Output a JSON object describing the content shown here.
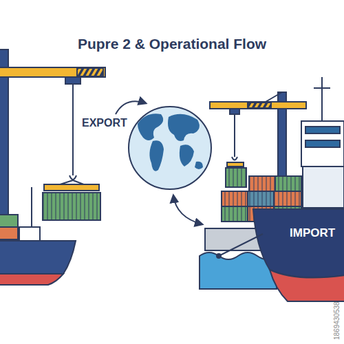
{
  "diagram": {
    "title": "Pupre 2 & Operational Flow",
    "nodes": [
      {
        "text": [
          "EXPORT"
        ]
      },
      {
        "text": [
          "IMPORT"
        ]
      }
    ],
    "labels": [
      "1869430538"
    ]
  }
}
